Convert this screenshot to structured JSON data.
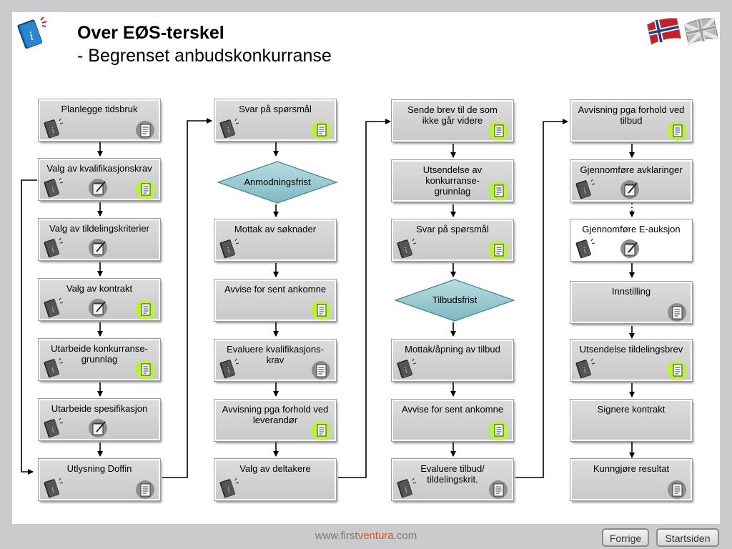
{
  "title": {
    "main": "Over EØS-terskel",
    "sub": "- Begrenset anbudskonkurranse"
  },
  "footer": {
    "pre": "www.first",
    "accent": "ventura",
    "post": ".com"
  },
  "nav": {
    "back": "Forrige",
    "home": "Startsiden"
  },
  "steps": [
    {
      "label": "Planlegge tidsbruk",
      "icons": [
        "book-icon",
        "document-icon"
      ]
    },
    {
      "label": "Valg av kvalifikasjonskrav",
      "icons": [
        "book-icon",
        "notepad-icon",
        "document-highlight-icon"
      ]
    },
    {
      "label": "Valg av tildelingskriterier",
      "icons": [
        "book-icon",
        "notepad-icon"
      ]
    },
    {
      "label": "Valg av kontrakt",
      "icons": [
        "book-icon",
        "notepad-icon",
        "document-highlight-icon"
      ]
    },
    {
      "label": "Utarbeide konkurranse-\ngrunnlag",
      "icons": [
        "book-icon",
        "document-highlight-icon"
      ]
    },
    {
      "label": "Utarbeide spesifikasjon",
      "icons": [
        "book-icon",
        "notepad-icon"
      ]
    },
    {
      "label": "Utlysning Doffin",
      "icons": [
        "book-icon",
        "document-icon"
      ]
    },
    {
      "label": "Svar på spørsmål",
      "icons": [
        "book-icon",
        "document-highlight-icon"
      ]
    },
    {
      "label": "Anmodningsfrist",
      "icons": []
    },
    {
      "label": "Mottak av søknader",
      "icons": [
        "book-icon"
      ]
    },
    {
      "label": "Avvise for sent ankomne",
      "icons": [
        "document-highlight-icon"
      ]
    },
    {
      "label": "Evaluere kvalifikasjons-\nkrav",
      "icons": [
        "book-icon",
        "document-icon"
      ]
    },
    {
      "label": "Avvisning pga forhold ved\nleverandør",
      "icons": [
        "document-highlight-icon"
      ]
    },
    {
      "label": "Valg av deltakere",
      "icons": [
        "book-icon"
      ]
    },
    {
      "label": "Sende brev til de som\nikke går videre",
      "icons": [
        "document-highlight-icon"
      ]
    },
    {
      "label": "Utsendelse av\nkonkurranse-\ngrunnlag",
      "icons": [
        "document-highlight-icon"
      ]
    },
    {
      "label": "Svar på spørsmål",
      "icons": [
        "book-icon",
        "document-highlight-icon"
      ]
    },
    {
      "label": "Tilbudsfrist",
      "icons": []
    },
    {
      "label": "Mottak/åpning av tilbud",
      "icons": [
        "book-icon"
      ]
    },
    {
      "label": "Avvise for sent ankomne",
      "icons": [
        "document-highlight-icon"
      ]
    },
    {
      "label": "Evaluere tilbud/\ntildelingskrit.",
      "icons": [
        "book-icon",
        "document-icon"
      ]
    },
    {
      "label": "Avvisning pga forhold ved\ntilbud",
      "icons": [
        "document-highlight-icon"
      ]
    },
    {
      "label": "Gjennomføre avklaringer",
      "icons": [
        "book-icon",
        "notepad-icon"
      ]
    },
    {
      "label": "Gjennomføre E-auksjon",
      "icons": [
        "book-icon",
        "notepad-icon"
      ]
    },
    {
      "label": "Innstilling",
      "icons": [
        "document-icon"
      ]
    },
    {
      "label": "Utsendelse tildelingsbrev",
      "icons": [
        "book-icon",
        "document-highlight-icon"
      ]
    },
    {
      "label": "Signere kontrakt",
      "icons": []
    },
    {
      "label": "Kunngjøre resultat",
      "icons": [
        "document-icon"
      ]
    }
  ]
}
